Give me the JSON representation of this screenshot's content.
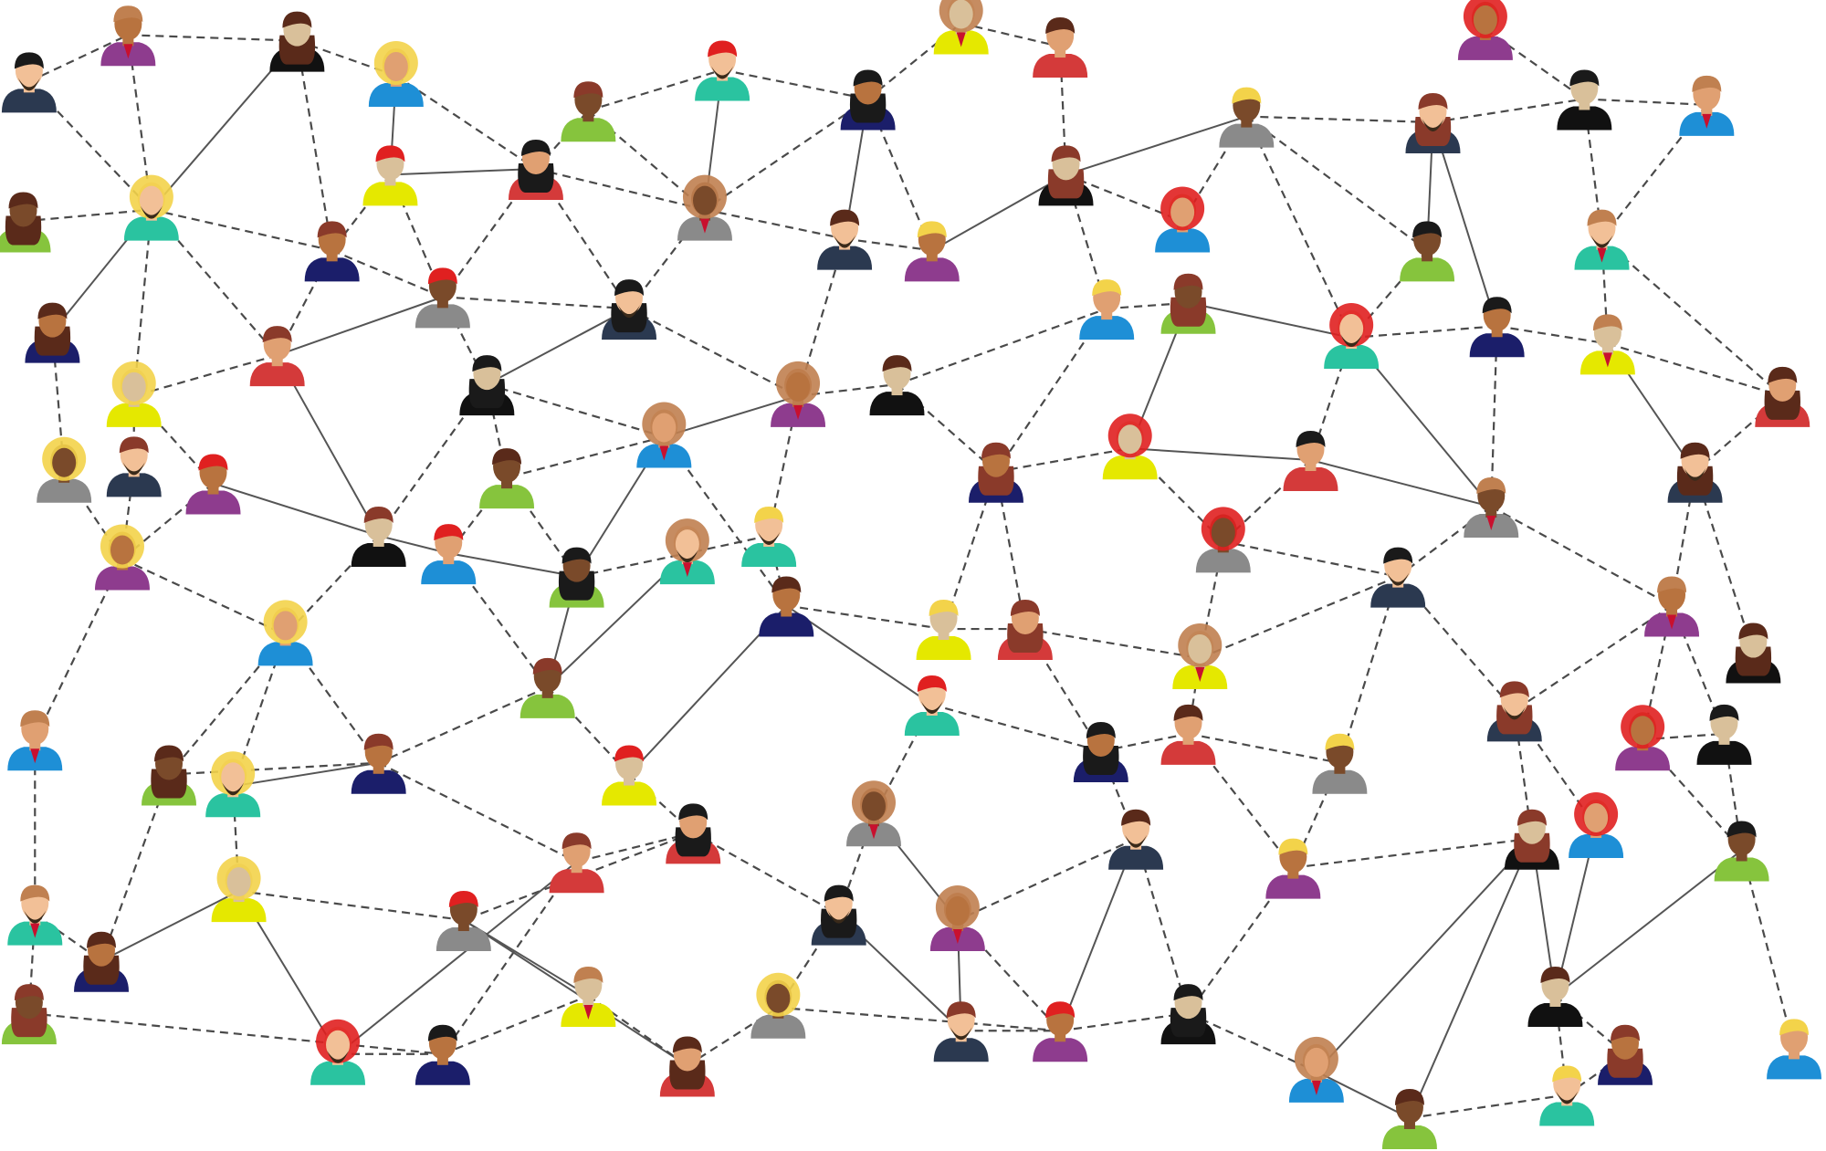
{
  "diagram": {
    "type": "social-network",
    "node_icon": "person-avatar-icon",
    "edge_styles": [
      "dashed",
      "solid"
    ],
    "colors": {
      "background": "#ffffff",
      "edge": "#4a4a4a",
      "skin_tones": [
        "#f2c097",
        "#e0a072",
        "#b8733f",
        "#7a4a2a",
        "#d9c09a"
      ],
      "shirts": [
        "#1e8fd6",
        "#2b3950",
        "#e5e800",
        "#86c43d",
        "#8e3c8e",
        "#d43a3a",
        "#2ac3a0",
        "#111111",
        "#8a8a8a",
        "#1b1e6a"
      ],
      "hair": [
        "#1a1a1a",
        "#e02020",
        "#8a3a2a",
        "#f3d34a",
        "#5a2a1a",
        "#c08050"
      ]
    }
  }
}
